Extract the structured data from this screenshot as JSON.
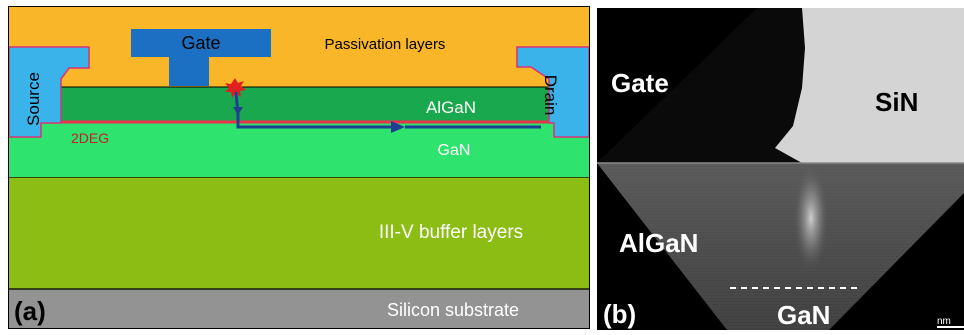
{
  "panel_a": {
    "label": "(a)",
    "layers": {
      "passivation": "Passivation layers",
      "gate": "Gate",
      "source": "Source",
      "drain": "Drain",
      "algan": "AlGaN",
      "twodeg": "2DEG",
      "gan": "GaN",
      "buffer": "III-V buffer layers",
      "substrate": "Silicon substrate"
    },
    "colors": {
      "passivation": "#f9b628",
      "gate": "#1c70c4",
      "contacts": "#3ab2ea",
      "algan": "#19a84d",
      "gan": "#2ee36e",
      "buffer": "#8cbd14",
      "substrate": "#939393",
      "twodeg_line": "#e8334a",
      "current_path": "#1f3f93",
      "defect_spark": "#e02020"
    }
  },
  "panel_b": {
    "label": "(b)",
    "regions": {
      "gate": "Gate",
      "sin": "SiN",
      "algan": "AlGaN",
      "gan": "GaN"
    },
    "scale_bar_text": "nm"
  }
}
